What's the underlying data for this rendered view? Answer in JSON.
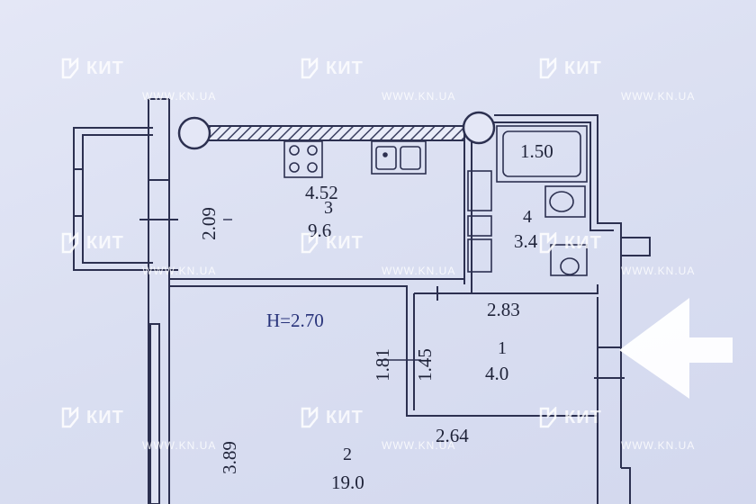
{
  "plan": {
    "ceiling_height": "H=2.70",
    "rooms": [
      {
        "number": "1",
        "area": "4.0"
      },
      {
        "number": "2",
        "area": "19.0"
      },
      {
        "number": "3",
        "area": "9.6"
      },
      {
        "number": "4",
        "area": "3.4"
      }
    ],
    "dimensions": {
      "kitchen_width": "4.52",
      "kitchen_depth": "2.09",
      "bath_tub": "1.50",
      "hall_width": "2.83",
      "hall_depth_outer": "1.81",
      "hall_depth_inner": "1.45",
      "room_width": "2.64",
      "room_depth": "3.89"
    }
  },
  "watermark": {
    "brand": "КИТ",
    "url": "WWW.KN.UA"
  },
  "colors": {
    "wall": "#2c3050",
    "hatch": "#3a3f60",
    "background": "#dfe3f3",
    "watermark": "#ffffff",
    "height_text": "#28337a"
  }
}
